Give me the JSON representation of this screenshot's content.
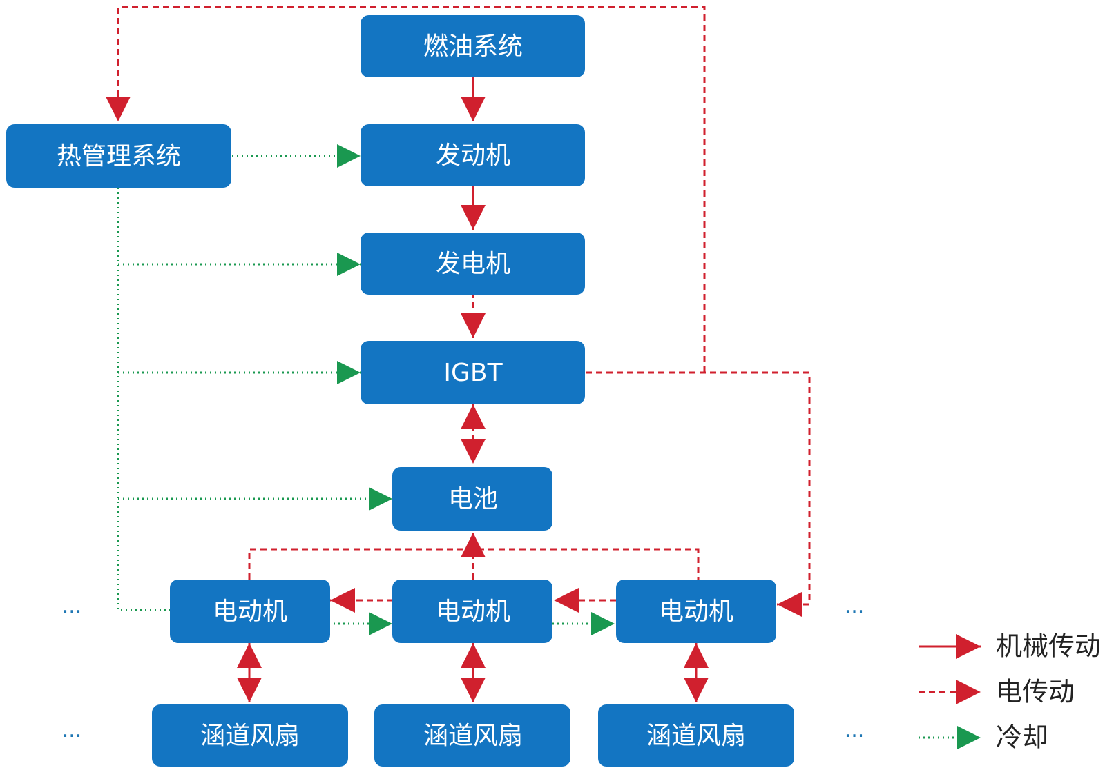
{
  "colors": {
    "node": "#1375c2",
    "mechanical": "#d0202e",
    "electric": "#d0202e",
    "cooling": "#1a9850",
    "ellipsis": "#1f77b4"
  },
  "nodes": {
    "fuel": "燃油系统",
    "thermal": "热管理系统",
    "engine": "发动机",
    "generator": "发电机",
    "igbt": "IGBT",
    "battery": "电池",
    "motor_left": "电动机",
    "motor_mid": "电动机",
    "motor_right": "电动机",
    "fan_left": "涵道风扇",
    "fan_mid": "涵道风扇",
    "fan_right": "涵道风扇"
  },
  "ellipsis": "···",
  "legend": {
    "mechanical": "机械传动",
    "electric": "电传动",
    "cooling": "冷却"
  }
}
